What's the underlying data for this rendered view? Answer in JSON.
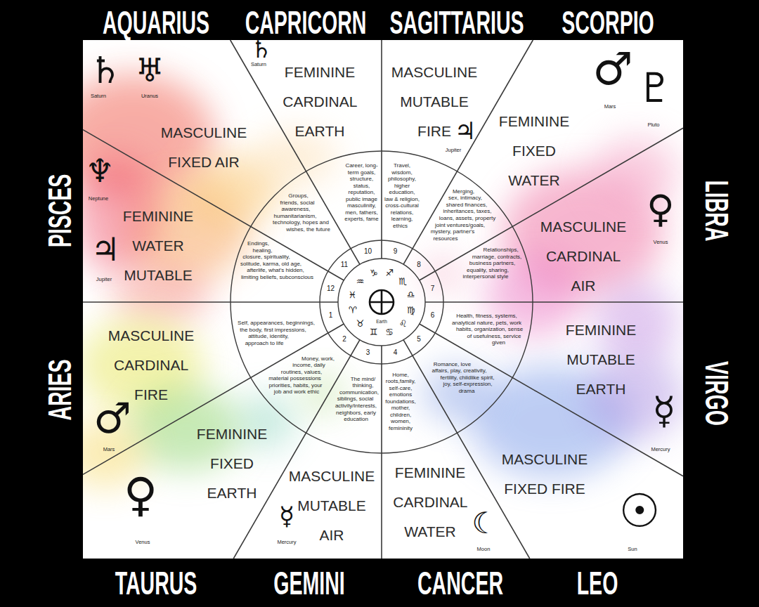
{
  "diagram": {
    "nodes": [
      {
        "text": [
          "AQUARIUS",
          "MASCULINE FIXED AIR"
        ]
      },
      {
        "text": [
          "CAPRICORN",
          "FEMININE CARDINAL EARTH"
        ]
      },
      {
        "text": [
          "SAGITTARIUS",
          "MASCULINE MUTABLE FIRE"
        ]
      },
      {
        "text": [
          "SCORPIO",
          "FEMININE FIXED WATER"
        ]
      },
      {
        "text": [
          "LIBRA",
          "MASCULINE CARDINAL AIR"
        ]
      },
      {
        "text": [
          "VIRGO",
          "FEMININE MUTABLE EARTH"
        ]
      },
      {
        "text": [
          "LEO",
          "MASCULINE FIXED FIRE"
        ]
      },
      {
        "text": [
          "CANCER",
          "FEMININE CARDINAL WATER"
        ]
      },
      {
        "text": [
          "GEMINI",
          "MASCULINE MUTABLE AIR"
        ]
      },
      {
        "text": [
          "TAURUS",
          "FEMININE FIXED EARTH"
        ]
      },
      {
        "text": [
          "ARIES",
          "MASCULINE CARDINAL FIRE"
        ]
      },
      {
        "text": [
          "PISCES",
          "FEMININE WATER MUTABLE"
        ]
      },
      {
        "text": [
          "Self, appearances, beginnings, the body, first impressions, attitude, identity, approach to life"
        ]
      },
      {
        "text": [
          "Money, work, income, daily routines, values, material possessions priorities, habits, your job and work ethic"
        ]
      },
      {
        "text": [
          "The mind/ thinking, communication, siblings, social activity/interests, neighbors, early education"
        ]
      },
      {
        "text": [
          "Home, roots,family, self-care, emotions foundations, mother, children, women, femininity"
        ]
      },
      {
        "text": [
          "Romance, love affairs, play, creativity, fertility, childlike spirit, joy, self-expression, drama"
        ]
      },
      {
        "text": [
          "Health, fitness, systems, analytical nature, pets, work habits, organization, sense of usefulness, service given"
        ]
      },
      {
        "text": [
          "Relationships, marriage, contracts, business partners, equality, sharing, interpersonal style"
        ]
      },
      {
        "text": [
          "Merging, sex, intimacy, shared finances, inheritances, taxes, loans, assets, property joint ventures/goals, mystery, partner's resources"
        ]
      },
      {
        "text": [
          "Travel, wisdom, philosophy, higher education, law & religion, cross-cultural relations, learning, ethics"
        ]
      },
      {
        "text": [
          "Career, long-term goals, structure, status, reputation, public image masculinity, men, fathers, experts, fame"
        ]
      },
      {
        "text": [
          "Groups, friends, social awareness, humanitarianism, technology, hopes and wishes, the future"
        ]
      },
      {
        "text": [
          "Endings, healing, closure, spirituality, solitude, karma, old age, afterlife, what's hidden, limiting beliefs, subconscious"
        ]
      }
    ],
    "labels": [
      "♄",
      "Saturn",
      "♅",
      "Uranus",
      "♄",
      "Saturn",
      "♃",
      "Jupiter",
      "♂",
      "Mars",
      "♇",
      "Pluto",
      "♀",
      "Venus",
      "☿",
      "Mercury",
      "☉",
      "Sun",
      "☾",
      "Moon",
      "☿",
      "Mercury",
      "♀",
      "Venus",
      "♂",
      "Mars",
      "♆",
      "Neptune",
      "♃",
      "Jupiter",
      "1",
      "2",
      "3",
      "4",
      "5",
      "6",
      "7",
      "8",
      "9",
      "10",
      "11",
      "12",
      "♈",
      "♉",
      "♊",
      "♋",
      "♌",
      "♍",
      "♎",
      "♏",
      "♐",
      "♑",
      "♒",
      "♓",
      "Earth"
    ]
  }
}
